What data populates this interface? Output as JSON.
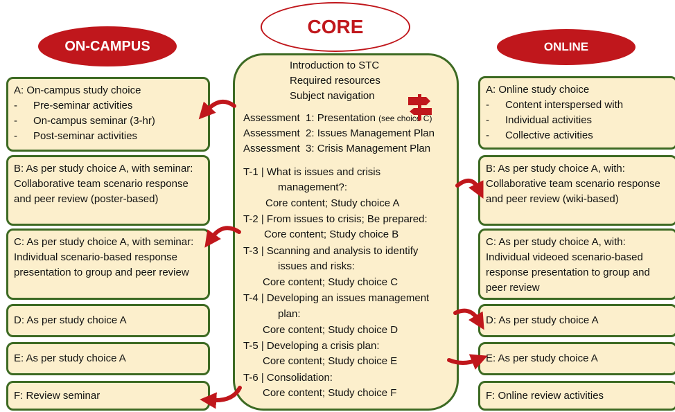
{
  "headers": {
    "on_campus": "ON-CAMPUS",
    "core": "CORE",
    "online": "ONLINE"
  },
  "on_campus": {
    "a": {
      "title": "A: On-campus study choice",
      "items": [
        "Pre-seminar activities",
        "On-campus seminar (3-hr)",
        "Post-seminar activities"
      ]
    },
    "b": "B: As per study choice A, with seminar: Collaborative team scenario response and peer review (poster-based)",
    "c": "C: As per study choice A, with seminar: Individual scenario-based response presentation to group and peer review",
    "d": "D: As per study choice A",
    "e": "E: As per study choice A",
    "f": "F: Review seminar"
  },
  "online": {
    "a": {
      "title": "A: Online study choice",
      "items": [
        "Content interspersed with",
        "Individual activities",
        "Collective activities"
      ]
    },
    "b": "B: As per study choice A, with: Collaborative team scenario response and peer review (wiki-based)",
    "c": "C: As per study choice A, with: Individual videoed scenario-based response presentation to group and peer review",
    "d": "D: As per study choice A",
    "e": "E: As per study choice A",
    "f": "F: Online review activities"
  },
  "core": {
    "intro": [
      "Introduction to STC",
      "Required resources",
      "Subject navigation"
    ],
    "assessments": {
      "a1": "Assessment  1: Presentation",
      "a1_note": "(see choice C)",
      "a2": "Assessment  2: Issues Management Plan",
      "a3": "Assessment  3: Crisis Management Plan"
    },
    "topics": {
      "t1_l1": "T-1 | What is issues and crisis",
      "t1_l2": "management?:",
      "t1_l3": "Core content; Study choice A",
      "t2_l1": "T-2 | From issues to crisis; Be prepared:",
      "t2_l2": "Core content; Study choice B",
      "t3_l1": "T-3 | Scanning and analysis to identify",
      "t3_l2": "issues and risks:",
      "t3_l3": "Core content; Study choice C",
      "t4_l1": "T-4 | Developing an issues management",
      "t4_l2": "plan:",
      "t4_l3": "Core content; Study choice D",
      "t5_l1": "T-5 | Developing a crisis plan:",
      "t5_l2": "Core content; Study choice E",
      "t6_l1": "T-6 | Consolidation:",
      "t6_l2": "Core content; Study choice F"
    }
  },
  "colors": {
    "accent_red": "#c0171c",
    "box_fill": "#fcefcc",
    "box_border": "#3d6a23"
  },
  "icons": [
    "signpost-icon",
    "curved-arrow-icon"
  ]
}
